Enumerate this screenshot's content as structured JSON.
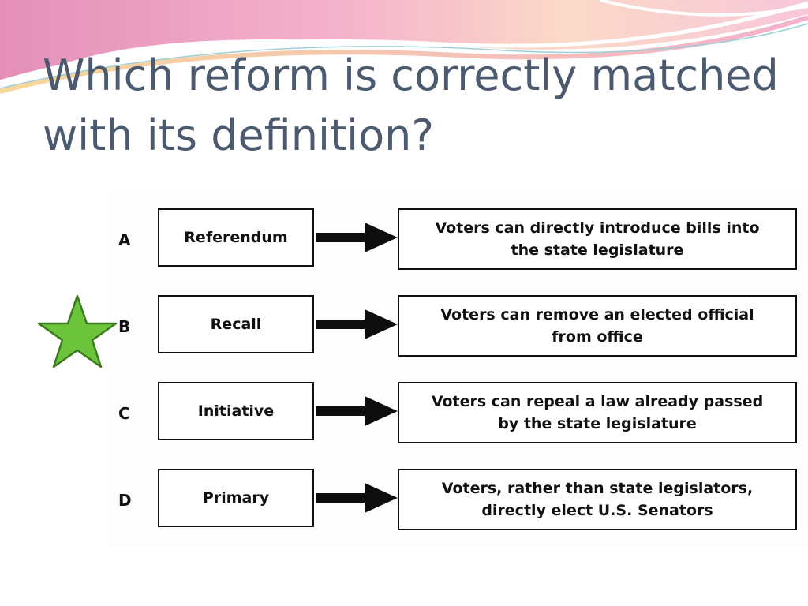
{
  "slide": {
    "title_lines": [
      "Which reform is correctly matched",
      "with its definition?"
    ],
    "options": [
      {
        "letter": "A",
        "term": "Referendum",
        "definition_lines": [
          "Voters can directly introduce bills into",
          "the state legislature"
        ]
      },
      {
        "letter": "B",
        "term": "Recall",
        "definition_lines": [
          "Voters can remove an elected official",
          "from office"
        ]
      },
      {
        "letter": "C",
        "term": "Initiative",
        "definition_lines": [
          "Voters can repeal a law already passed",
          "by the state legislature"
        ]
      },
      {
        "letter": "D",
        "term": "Primary",
        "definition_lines": [
          "Voters, rather than state legislators,",
          "directly elect U.S. Senators"
        ]
      }
    ],
    "marked_answer": "B",
    "icons": {
      "arrow": "right-arrow-icon",
      "marker": "star-icon"
    },
    "colors": {
      "title": "#4b5a6e",
      "star_fill": "#6cc43a",
      "star_stroke": "#3c7a1e"
    }
  }
}
